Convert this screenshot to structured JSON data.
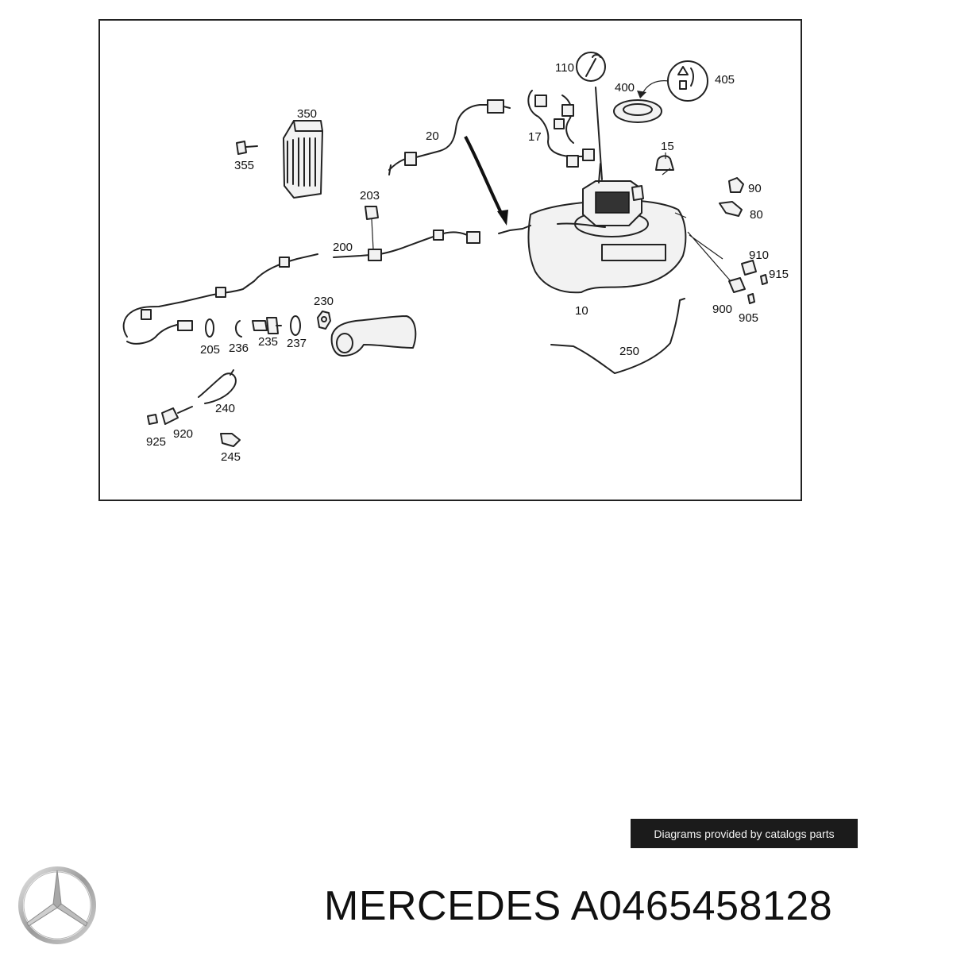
{
  "diagram": {
    "callouts": {
      "c10": "10",
      "c15": "15",
      "c17": "17",
      "c20": "20",
      "c80": "80",
      "c90": "90",
      "c110": "110",
      "c200": "200",
      "c203": "203",
      "c205": "205",
      "c230": "230",
      "c235": "235",
      "c236": "236",
      "c237": "237",
      "c240": "240",
      "c245": "245",
      "c250": "250",
      "c350": "350",
      "c355": "355",
      "c400": "400",
      "c405": "405",
      "c900": "900",
      "c905": "905",
      "c910": "910",
      "c915": "915",
      "c920": "920",
      "c925": "925"
    }
  },
  "banner": {
    "text": "Diagrams provided by catalogs parts"
  },
  "heading": {
    "brand": "MERCEDES",
    "part_number": "A0465458128"
  },
  "icons": {
    "logo": "mercedes-star-logo-icon",
    "service": "wrench-icon",
    "warning": "fuel-warning-label-icon"
  }
}
